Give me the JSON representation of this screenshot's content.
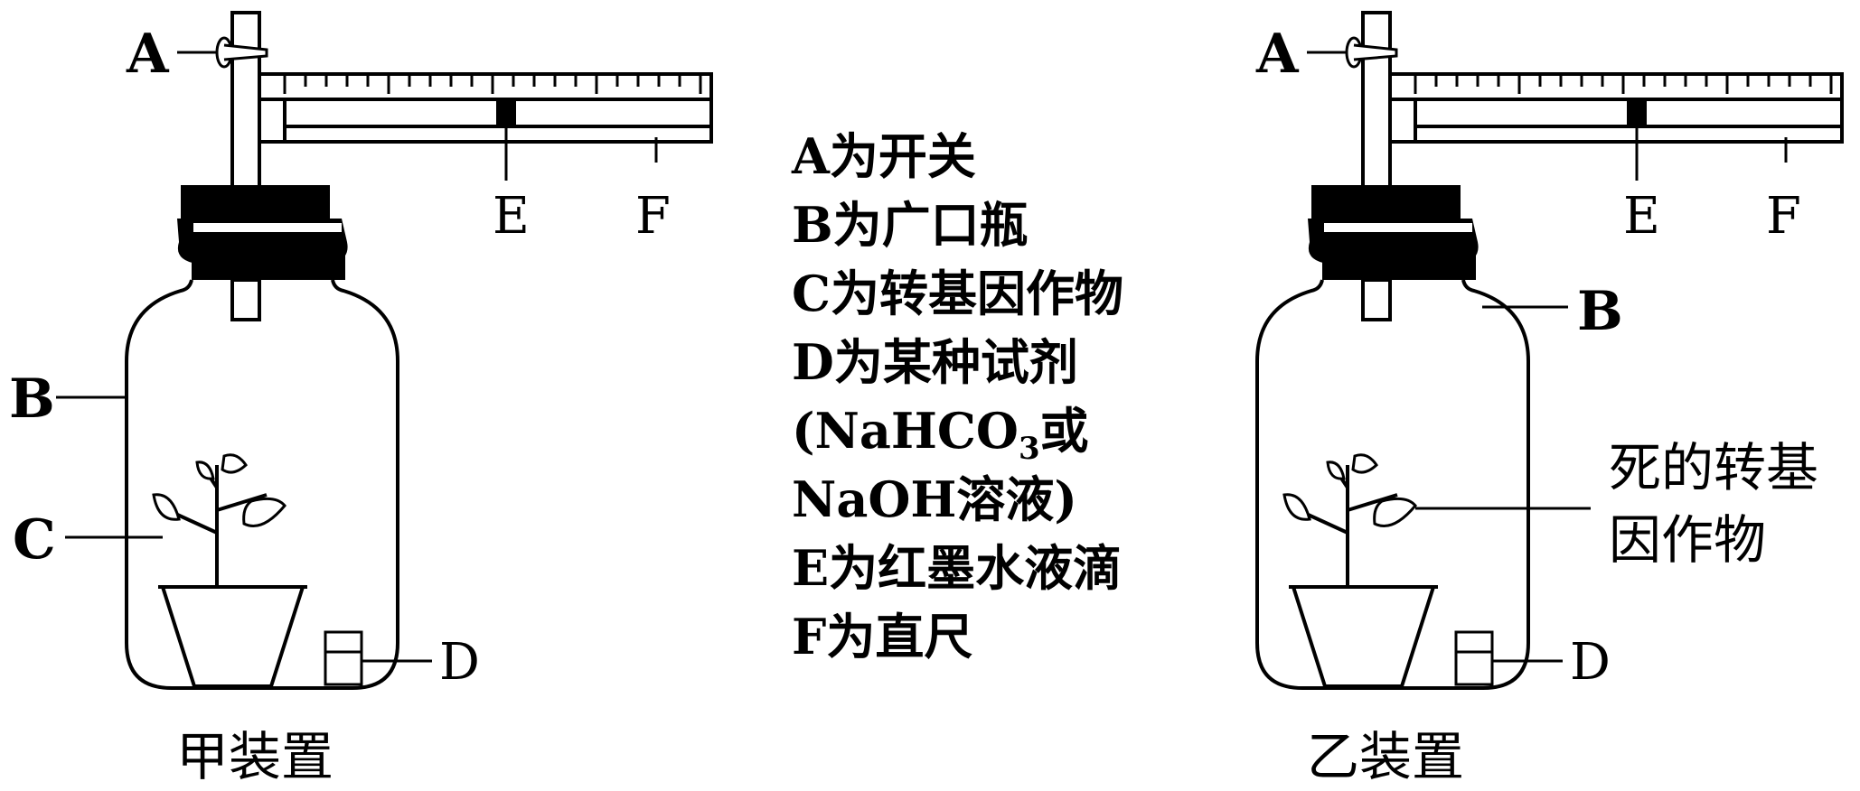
{
  "left_apparatus": {
    "caption": "甲装置",
    "labels": {
      "A": "A",
      "B": "B",
      "C": "C",
      "D": "D",
      "E": "E",
      "F": "F"
    }
  },
  "right_apparatus": {
    "caption": "乙装置",
    "labels": {
      "A": "A",
      "B": "B",
      "D": "D",
      "E": "E",
      "F": "F"
    },
    "plant_note": [
      "死的转基",
      "因作物"
    ]
  },
  "legend": {
    "lines": [
      "A为开关",
      "B为广口瓶",
      "C为转基因作物",
      "D为某种试剂",
      "(NaHCO",
      "NaOH溶液)",
      "E为红墨水液滴",
      "F为直尺"
    ],
    "line5_sub": "3",
    "line5_tail": "或"
  }
}
